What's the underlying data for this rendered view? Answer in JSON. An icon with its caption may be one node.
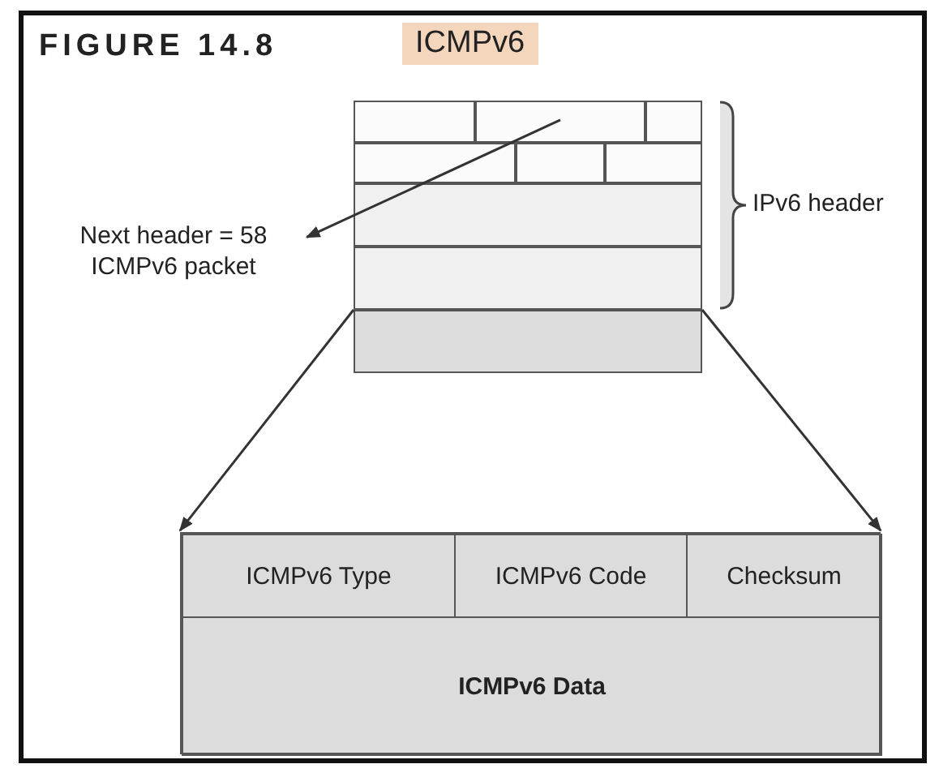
{
  "diagram": {
    "title": "FIGURE 14.8",
    "nodes": [
      {
        "text": [],
        "shape": "box"
      },
      {
        "text": [],
        "shape": "box"
      },
      {
        "text": [],
        "shape": "box"
      },
      {
        "text": [],
        "shape": "box"
      },
      {
        "text": [],
        "shape": "box"
      },
      {
        "text": [],
        "shape": "box"
      },
      {
        "text": [],
        "shape": "box"
      },
      {
        "text": [],
        "shape": "box"
      },
      {
        "text": [],
        "shape": "box"
      },
      {
        "text": [
          "IPv6 header"
        ]
      },
      {
        "text": [
          "Next header = 58 ICMPv6 packet"
        ]
      },
      {
        "text": [],
        "shape": "box"
      },
      {
        "text": [
          "ICMPv6 Type"
        ],
        "in": 11
      },
      {
        "text": [
          "ICMPv6 Code"
        ],
        "in": 11
      },
      {
        "text": [
          "Checksum"
        ],
        "in": 11
      },
      {
        "text": [
          "ICMPv6 Data"
        ],
        "in": 11
      }
    ],
    "edges": [
      {
        "from": 1,
        "to": 10,
        "arrow": "to"
      },
      {
        "from": 8,
        "to": 11,
        "arrow": "to"
      },
      {
        "from": 8,
        "to": 11,
        "arrow": "to"
      }
    ],
    "labels": [
      "ICMPv6"
    ]
  }
}
